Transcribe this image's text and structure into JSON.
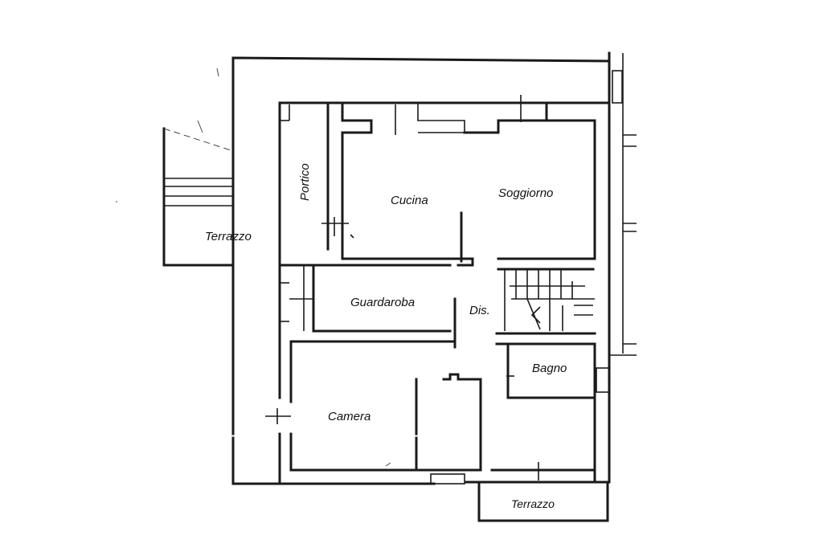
{
  "rooms": {
    "cucina": "Cucina",
    "soggiorno": "Soggiorno",
    "portico": "Portico",
    "terrazzo_left": "Terrazzo",
    "guardaroba": "Guardaroba",
    "dis": "Dis.",
    "bagno": "Bagno",
    "camera": "Camera",
    "terrazzo_bottom": "Terrazzo"
  }
}
